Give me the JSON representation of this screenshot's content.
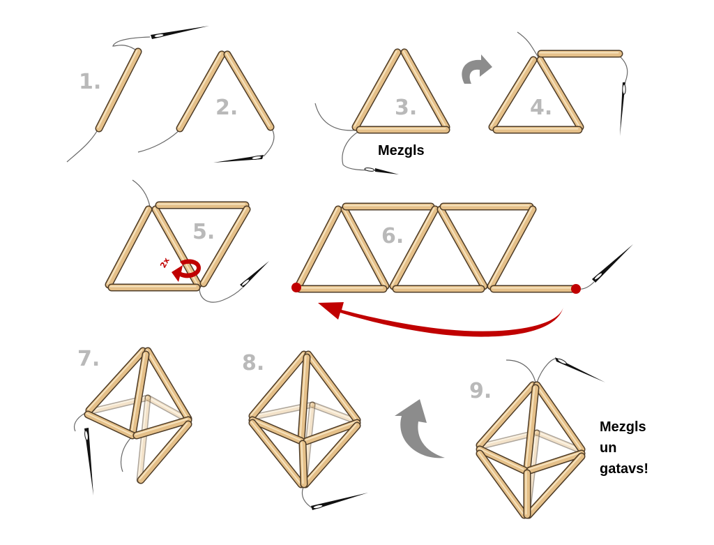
{
  "steps": {
    "s1": "1.",
    "s2": "2.",
    "s3": "3.",
    "s4": "4.",
    "s5": "5.",
    "s6": "6.",
    "s7": "7.",
    "s8": "8.",
    "s9": "9."
  },
  "labels": {
    "knot": "Mezgls",
    "done_line1": "Mezgls",
    "done_line2": "un",
    "done_line3": "gatavs!",
    "twice": "2x"
  },
  "colors": {
    "straw_fill": "#e5c089",
    "straw_edge": "#4d3b26",
    "step_number": "#b9b9b9",
    "arrow_red": "#c00000",
    "arrow_gray": "#8c8c8c",
    "needle": "#111111"
  },
  "icons": {
    "rotate": "curved-arrow-icon",
    "loop": "loop-arrow-icon",
    "needle": "needle-icon"
  }
}
